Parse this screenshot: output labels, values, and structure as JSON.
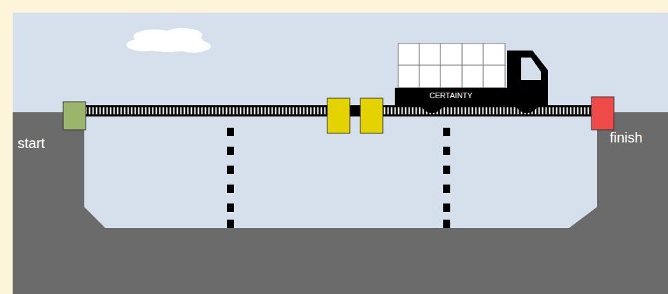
{
  "diagram": {
    "labels": [
      "start",
      "finish",
      "CERTAINTY"
    ]
  }
}
